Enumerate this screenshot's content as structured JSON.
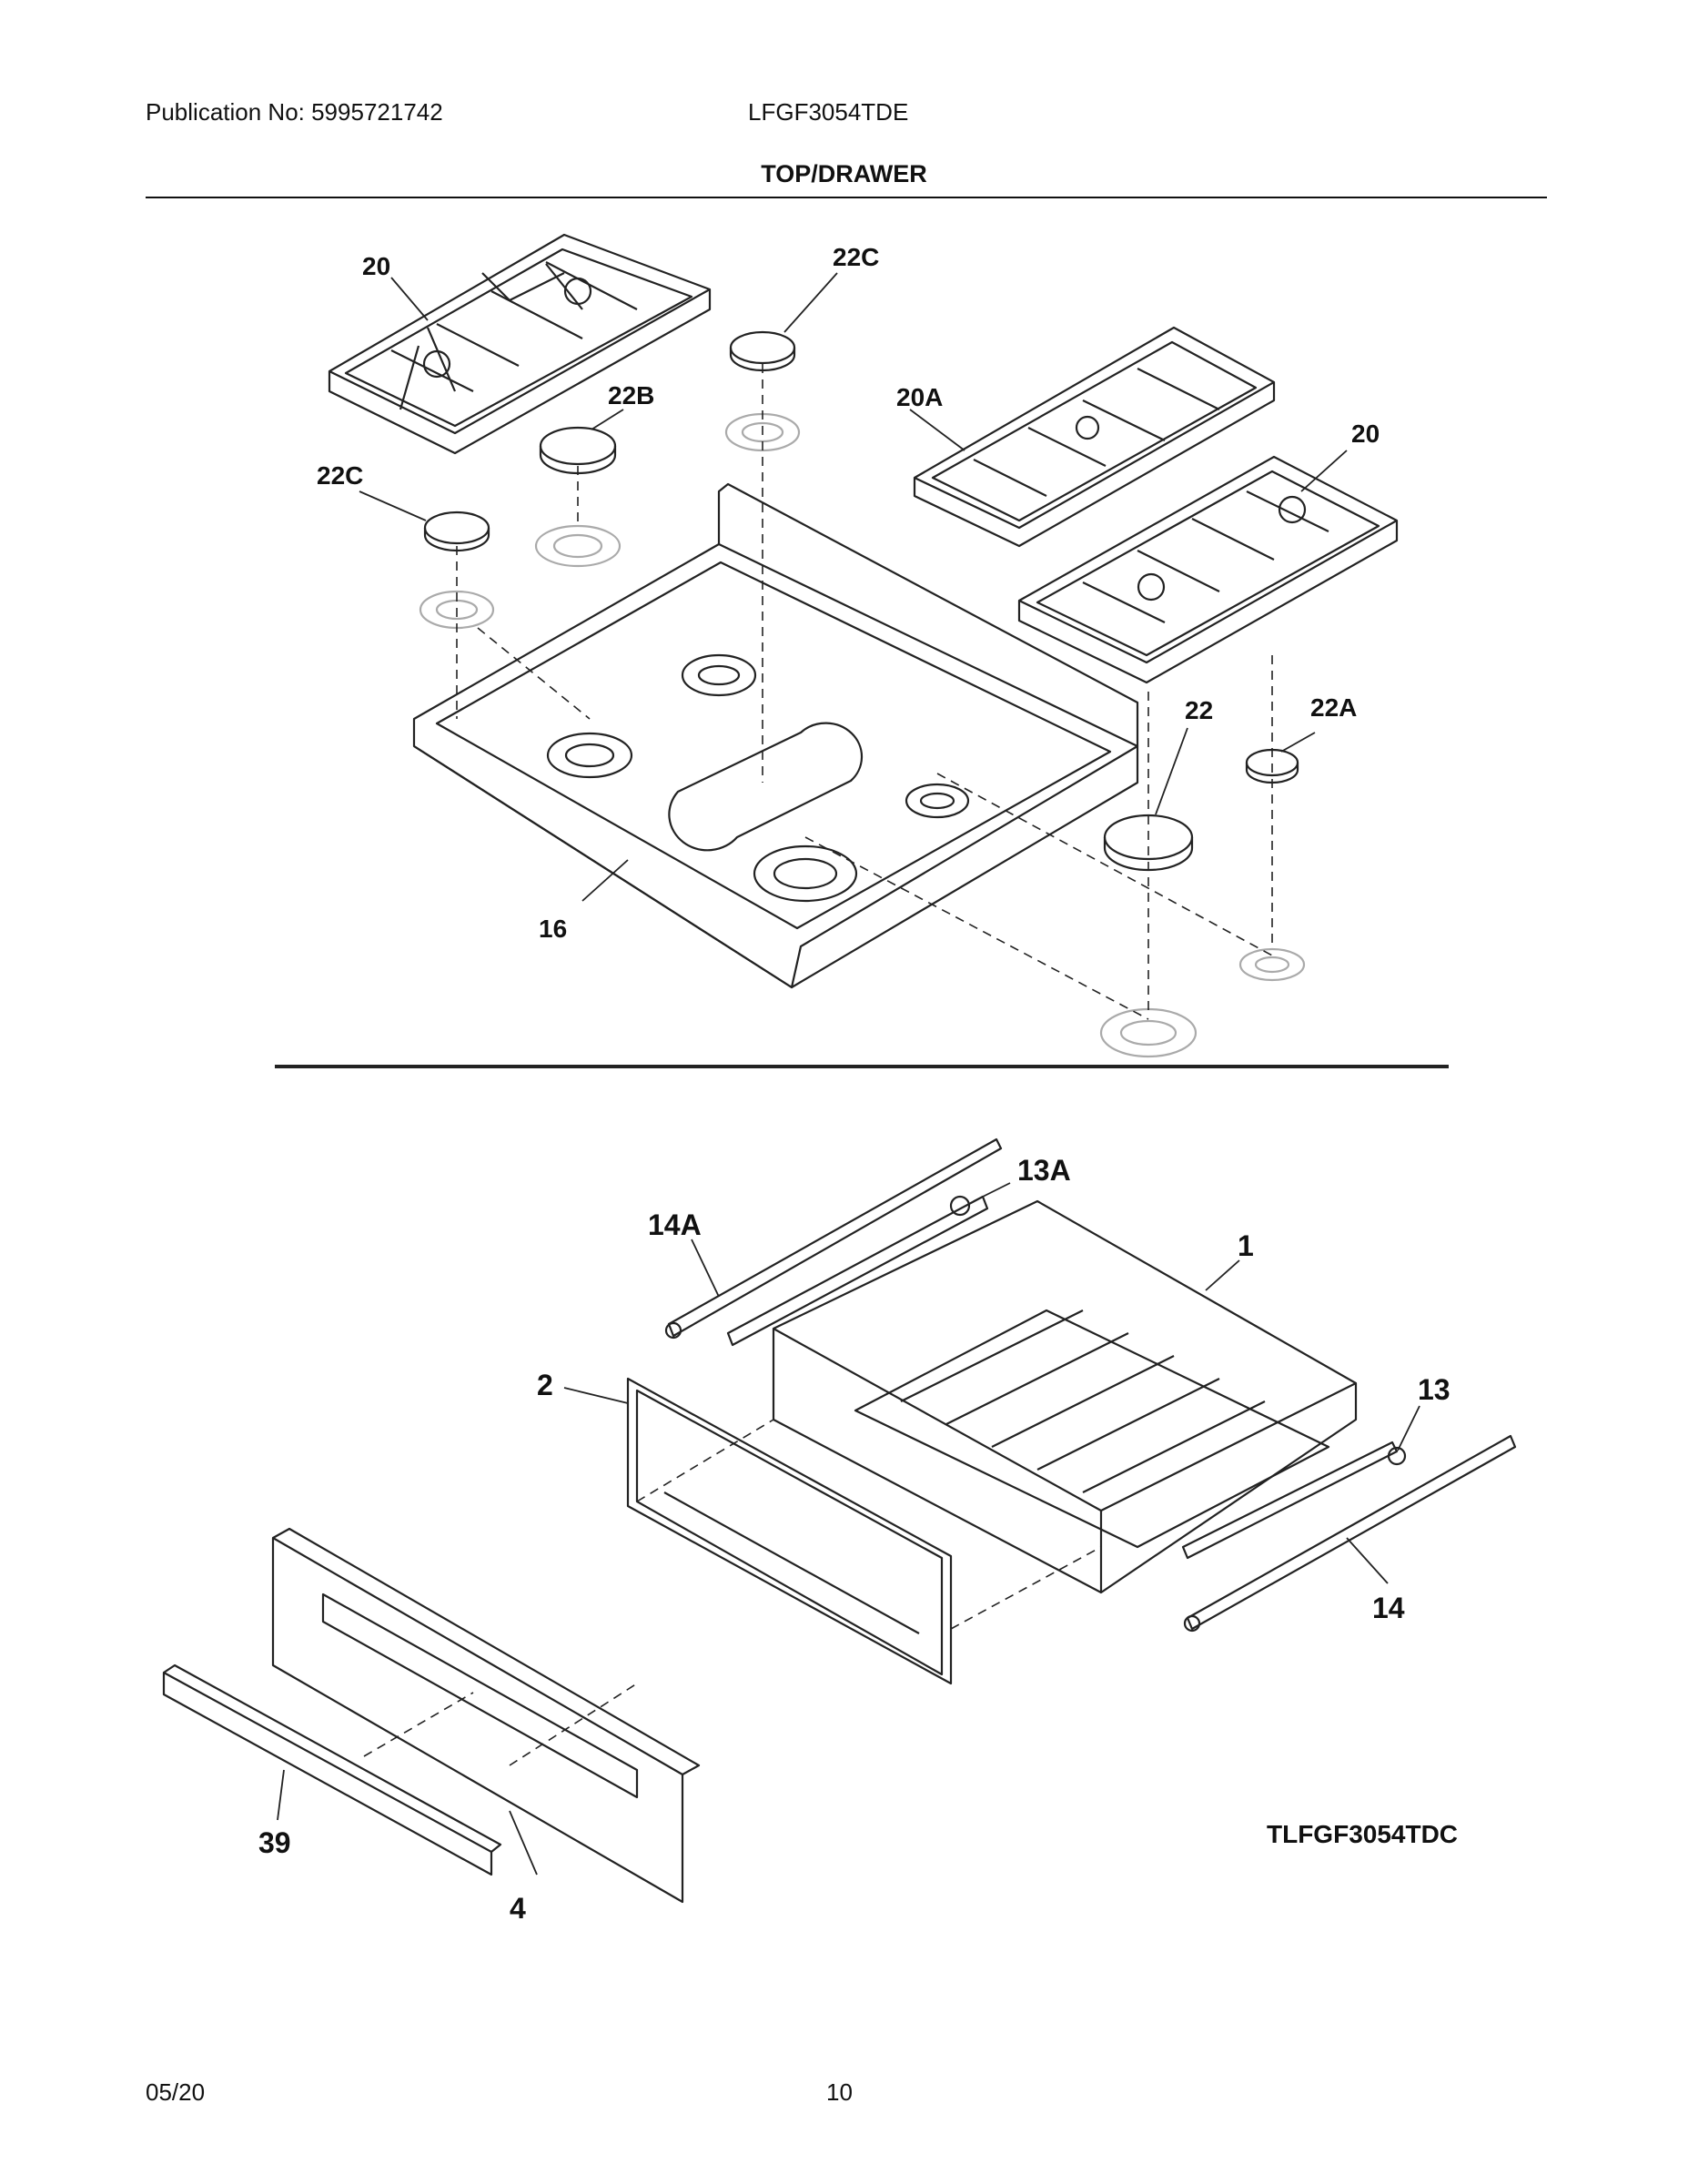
{
  "header": {
    "publication": "Publication No: 5995721742",
    "model": "LFGF3054TDE",
    "section_title": "TOP/DRAWER"
  },
  "callouts": {
    "grate_left": "20",
    "cap_22c_top": "22C",
    "cap_22b": "22B",
    "cap_22c_left": "22C",
    "grate_20a": "20A",
    "grate_right": "20",
    "cooktop": "16",
    "cap_22": "22",
    "cap_22a": "22A",
    "slide_13a": "13A",
    "rail_14a": "14A",
    "drawer_body": "1",
    "drawer_front_frame": "2",
    "slide_13": "13",
    "rail_14": "14",
    "drawer_panel": "4",
    "handle": "39"
  },
  "diagram_code": "TLFGF3054TDC",
  "footer": {
    "date": "05/20",
    "page": "10"
  }
}
